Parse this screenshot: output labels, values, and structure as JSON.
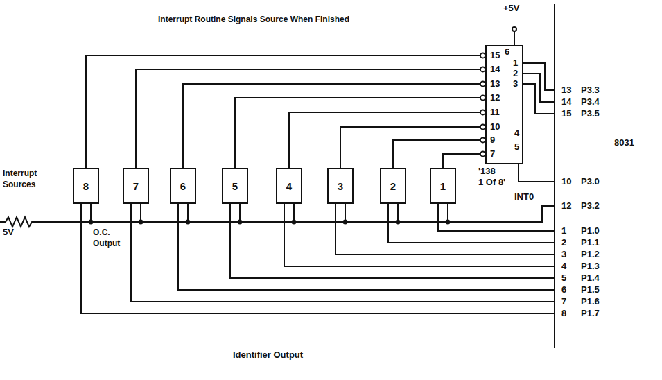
{
  "diagram": {
    "nodes": [
      {
        "text": [
          "8"
        ]
      },
      {
        "text": [
          "7"
        ]
      },
      {
        "text": [
          "6"
        ]
      },
      {
        "text": [
          "5"
        ]
      },
      {
        "text": [
          "4"
        ]
      },
      {
        "text": [
          "3"
        ]
      },
      {
        "text": [
          "2"
        ]
      },
      {
        "text": [
          "1"
        ]
      },
      {
        "text": [
          "'138",
          "1 Of 8'"
        ]
      }
    ],
    "edges": [
      {
        "from": 8,
        "to": 0,
        "arrow": "none"
      },
      {
        "from": 8,
        "to": 1,
        "arrow": "none"
      },
      {
        "from": 8,
        "to": 2,
        "arrow": "none"
      },
      {
        "from": 8,
        "to": 3,
        "arrow": "none"
      },
      {
        "from": 8,
        "to": 4,
        "arrow": "none"
      },
      {
        "from": 8,
        "to": 5,
        "arrow": "none"
      },
      {
        "from": 8,
        "to": 6,
        "arrow": "none"
      },
      {
        "from": 8,
        "to": 7,
        "arrow": "none"
      }
    ],
    "labels": [
      "Interrupt Routine Signals Source When Finished",
      "+5V",
      "6",
      "15",
      "14",
      "13",
      "12",
      "11",
      "10",
      "9",
      "7",
      "1",
      "2",
      "3",
      "4",
      "5",
      "13",
      "P3.3",
      "14",
      "P3.4",
      "15",
      "P3.5",
      "8031",
      "10",
      "P3.0",
      "INT0",
      "12",
      "P3.2",
      "1",
      "P1.0",
      "2",
      "P1.1",
      "3",
      "P1.2",
      "4",
      "P1.3",
      "5",
      "P1.4",
      "6",
      "P1.5",
      "7",
      "P1.6",
      "8",
      "P1.7",
      "Interrupt Sources",
      "5V",
      "O.C. Output",
      "Identifier Output"
    ]
  }
}
